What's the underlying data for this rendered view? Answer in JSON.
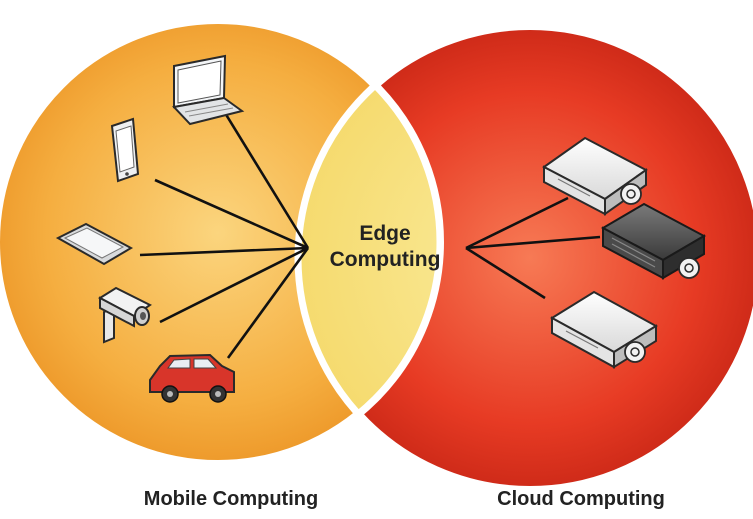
{
  "labels": {
    "edge_line1": "Edge",
    "edge_line2": "Computing",
    "mobile": "Mobile Computing",
    "cloud": "Cloud Computing"
  },
  "devices": {
    "mobile": [
      "laptop",
      "smartphone",
      "tablet",
      "security-camera",
      "car"
    ],
    "cloud": [
      "server",
      "server",
      "server"
    ]
  },
  "colors": {
    "mobile_circle": "#F3A93A",
    "cloud_circle": "#E63A26",
    "edge_overlap": "#F7E27A",
    "connector_lines": "#111111"
  }
}
